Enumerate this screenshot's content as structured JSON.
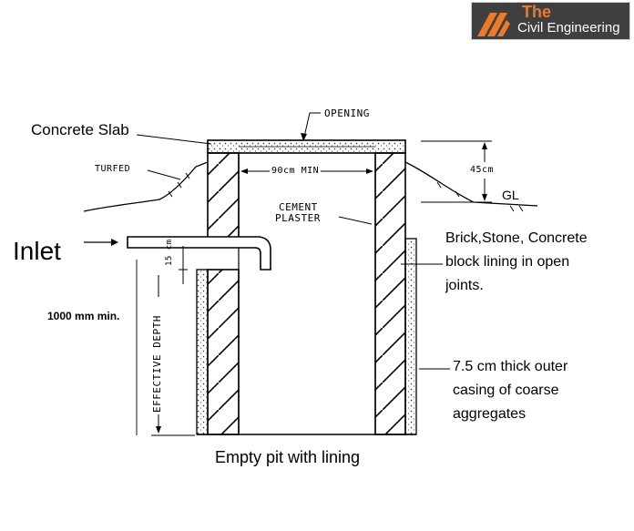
{
  "logo": {
    "line1": "The",
    "line2": "Civil Engineering",
    "colors": {
      "accent": "#ec7a2a",
      "background": "#3f3f3f"
    }
  },
  "labels": {
    "opening": "OPENING",
    "concrete_slab": "Concrete Slab",
    "turfed": "TURFED",
    "width": "90cm MIN",
    "slab_height": "45cm",
    "ground_level": "GL",
    "cement_plaster": [
      "CEMENT",
      "PLASTER"
    ],
    "inlet": "Inlet",
    "inlet_drop": "15 cm",
    "lining": [
      "Brick,Stone, Concrete",
      "block lining in open",
      "joints."
    ],
    "min_depth": "1000 mm min.",
    "effective_depth": "EFFECTIVE DEPTH",
    "outer_casing": [
      "7.5 cm thick outer",
      "casing of coarse",
      "aggregates"
    ],
    "caption": "Empty pit with lining"
  }
}
